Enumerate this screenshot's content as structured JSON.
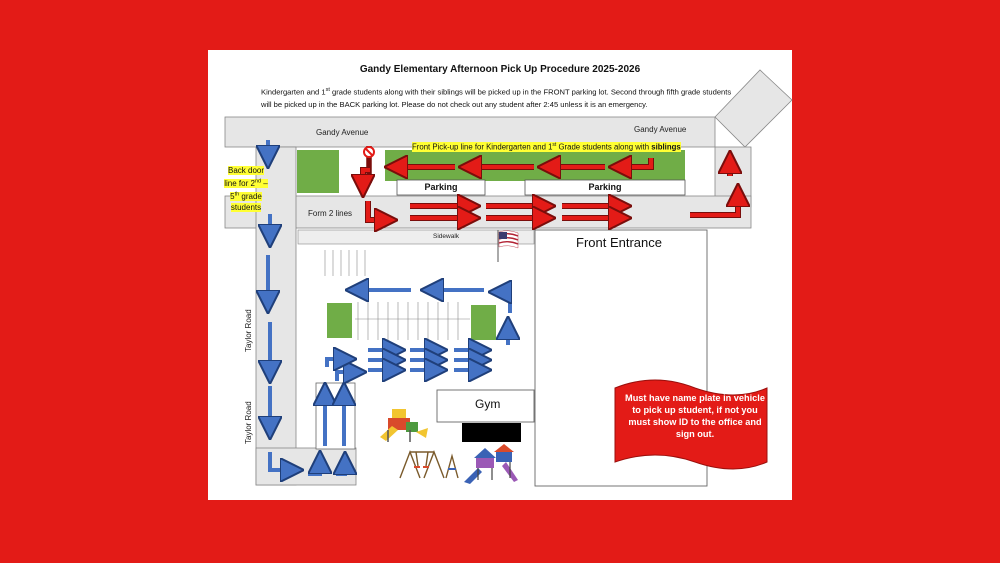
{
  "title": "Gandy Elementary Afternoon Pick Up Procedure 2025-2026",
  "intro": {
    "part1": "Kindergarten and 1",
    "sup1": "st",
    "part2": " grade students along with their siblings will be picked up in the FRONT parking lot. Second through fifth grade students will be picked up in the BACK parking lot. Please do not check out any student after 2:45 unless it is an emergency."
  },
  "streets": {
    "gandy_left": "Gandy Avenue",
    "gandy_right": "Gandy Avenue",
    "taylor_upper": "Taylor Road",
    "taylor_lower": "Taylor Road"
  },
  "front_line": {
    "part1": "Front Pick-up line for Kindergarten and 1",
    "sup": "st",
    "part2": " Grade students along with ",
    "bold": "siblings"
  },
  "back_door": {
    "l1": "Back door",
    "l2a": "line for 2",
    "l2sup": "nd",
    "l2b": " –",
    "l3a": "5",
    "l3sup": "th",
    "l3b": " grade",
    "l4": "students"
  },
  "parking_left": "Parking",
  "parking_right": "Parking",
  "form_lines": "Form 2 lines",
  "sidewalk": "Sidewalk",
  "front_entrance": "Front Entrance",
  "gym": "Gym",
  "notice": "Must have name plate in vehicle to pick up student, if not you must show ID to the office and sign out.",
  "colors": {
    "background": "#e31b17",
    "road": "#e6e6e6",
    "grass": "#70ad47",
    "highlight": "#ffff33",
    "red_arrow": "#e31b17",
    "blue_arrow": "#4472c4",
    "notice_flag": "#e31b17"
  },
  "icons": [
    "american-flag-icon",
    "playground-icon",
    "swing-set-icon"
  ]
}
